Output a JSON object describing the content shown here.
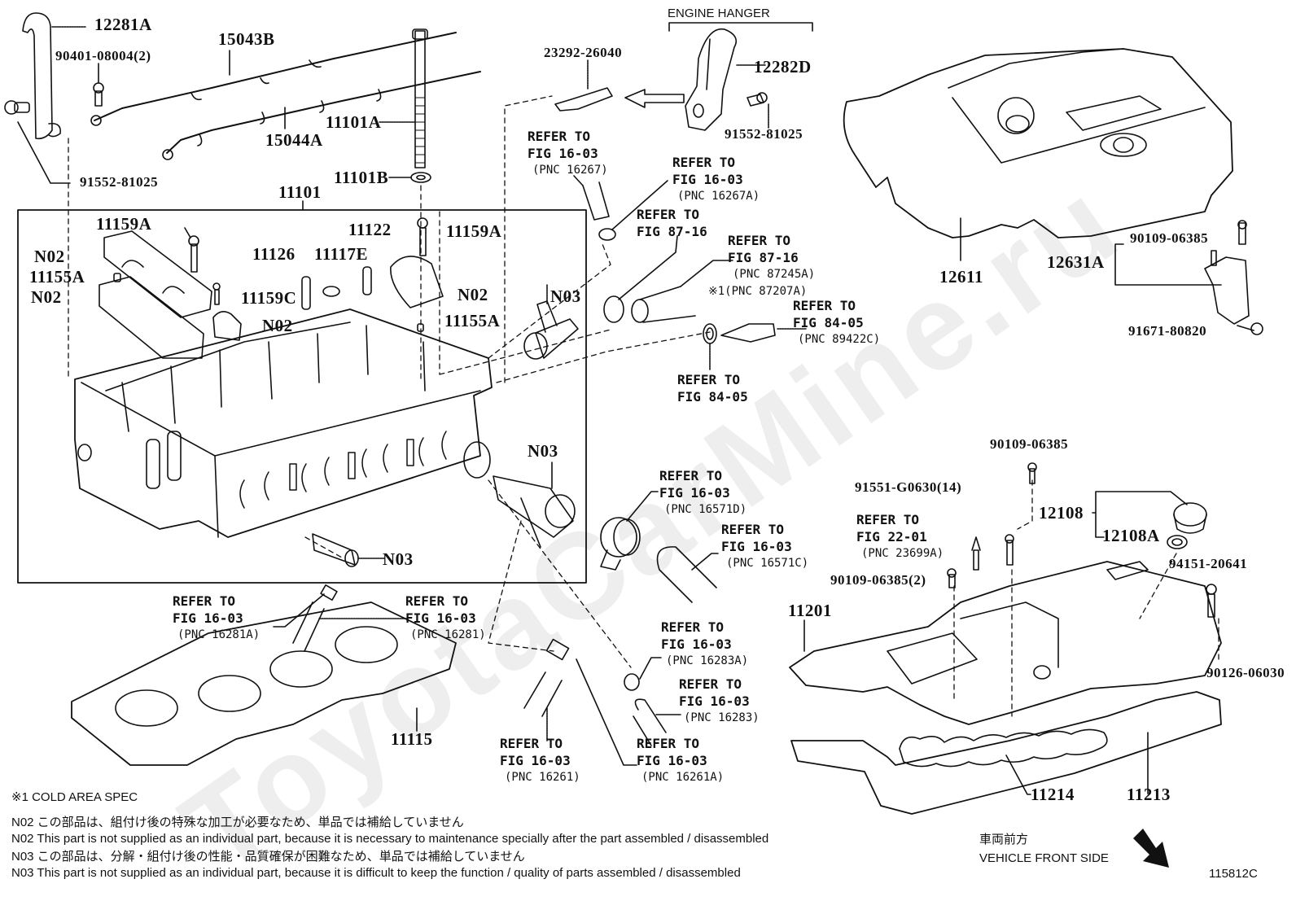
{
  "watermark": "ToyotaCarMine.ru",
  "group_headers": {
    "engine_hanger": "ENGINE HANGER"
  },
  "parts": {
    "p12281A": "12281A",
    "p90401": "90401-08004(2)",
    "p15043B": "15043B",
    "p15044A": "15044A",
    "p11101A": "11101A",
    "p11101B": "11101B",
    "p91552_left": "91552-81025",
    "p11101": "11101",
    "p11159A_left": "11159A",
    "p11159A_right": "11159A",
    "p11159C": "11159C",
    "p11155A_left": "11155A",
    "p11155A_right": "11155A",
    "p11126": "11126",
    "p11117E": "11117E",
    "p11122": "11122",
    "n02_1": "N02",
    "n02_2": "N02",
    "n02_3": "N02",
    "n02_4": "N02",
    "n03_1": "N03",
    "n03_2": "N03",
    "n03_3": "N03",
    "p23292": "23292-26040",
    "p12282D": "12282D",
    "p91552_right": "91552-81025",
    "p12611": "12611",
    "p12631A": "12631A",
    "p90109_top": "90109-06385",
    "p91671": "91671-80820",
    "p11115": "11115",
    "p90109_mid": "90109-06385",
    "p91551": "91551-G0630(14)",
    "p12108": "12108",
    "p12108A": "12108A",
    "p94151": "94151-20641",
    "p90109_2": "90109-06385(2)",
    "p11201": "11201",
    "p90126": "90126-06030",
    "p11214": "11214",
    "p11213": "11213"
  },
  "references": [
    {
      "line1": "REFER TO",
      "line2": "FIG 16-03",
      "pnc": "(PNC 16267)"
    },
    {
      "line1": "REFER TO",
      "line2": "FIG 16-03",
      "pnc": "(PNC 16267A)"
    },
    {
      "line1": "REFER TO",
      "line2": "FIG 87-16",
      "pnc": ""
    },
    {
      "line1": "REFER TO",
      "line2": "FIG 87-16",
      "pnc": "(PNC 87245A)",
      "pnc2": "※1(PNC 87207A)"
    },
    {
      "line1": "REFER TO",
      "line2": "FIG 84-05",
      "pnc": "(PNC 89422C)"
    },
    {
      "line1": "REFER TO",
      "line2": "FIG 84-05",
      "pnc": ""
    },
    {
      "line1": "REFER TO",
      "line2": "FIG 16-03",
      "pnc": "(PNC 16571D)"
    },
    {
      "line1": "REFER TO",
      "line2": "FIG 16-03",
      "pnc": "(PNC 16571C)"
    },
    {
      "line1": "REFER TO",
      "line2": "FIG 16-03",
      "pnc": "(PNC 16281A)"
    },
    {
      "line1": "REFER TO",
      "line2": "FIG 16-03",
      "pnc": "(PNC 16281)"
    },
    {
      "line1": "REFER TO",
      "line2": "FIG 16-03",
      "pnc": "(PNC 16283A)"
    },
    {
      "line1": "REFER TO",
      "line2": "FIG 16-03",
      "pnc": "(PNC 16283)"
    },
    {
      "line1": "REFER TO",
      "line2": "FIG 16-03",
      "pnc": "(PNC 16261)"
    },
    {
      "line1": "REFER TO",
      "line2": "FIG 16-03",
      "pnc": "(PNC 16261A)"
    },
    {
      "line1": "REFER TO",
      "line2": "FIG 22-01",
      "pnc": "(PNC 23699A)"
    }
  ],
  "notes": {
    "cold_area": "※1 COLD AREA SPEC",
    "n02_jp": "N02  この部品は、組付け後の特殊な加工が必要なため、単品では補給していません",
    "n02_en": "N02  This part is not supplied as an individual part, because it is necessary to maintenance specially after the part assembled / disassembled",
    "n03_jp": "N03  この部品は、分解・組付け後の性能・品質確保が困難なため、単品では補給していません",
    "n03_en": "N03  This part is not supplied as an individual part, because it is difficult to keep the function / quality of parts  assembled / disassembled"
  },
  "direction": {
    "jp": "車両前方",
    "en": "VEHICLE FRONT SIDE"
  },
  "figure_id": "115812C"
}
